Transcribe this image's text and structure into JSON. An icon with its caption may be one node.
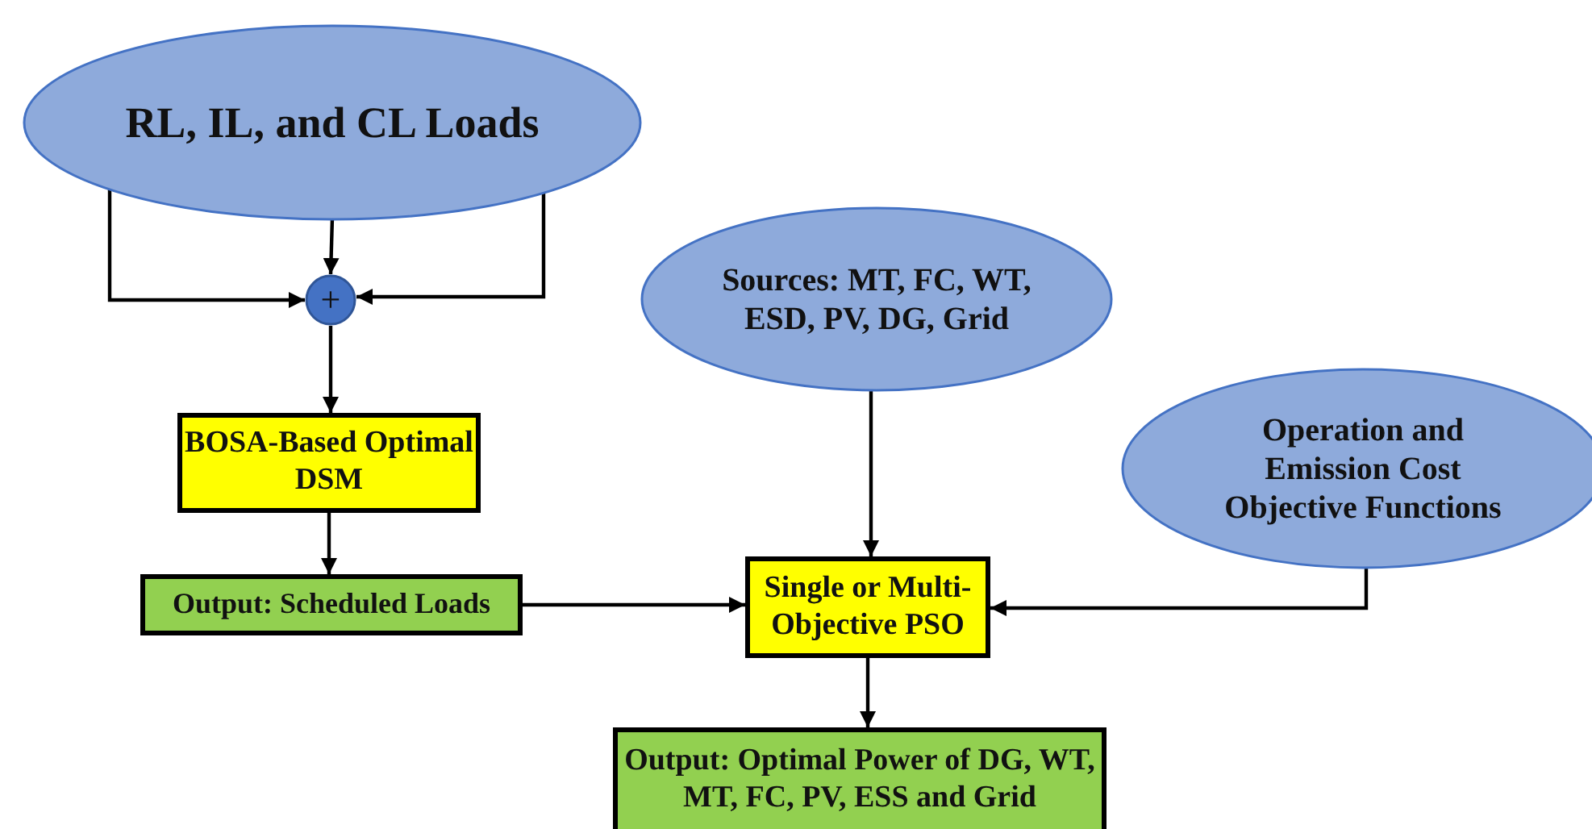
{
  "diagram": {
    "nodes": [
      {
        "text": [
          "RL, IL, and CL Loads"
        ]
      },
      {
        "text": [
          "+"
        ]
      },
      {
        "text": [
          "BOSA-Based Optimal DSM"
        ]
      },
      {
        "text": [
          "Output: Scheduled Loads"
        ]
      },
      {
        "text": [
          "Sources: MT, FC, WT, ESD, PV, DG, Grid"
        ]
      },
      {
        "text": [
          "Single or Multi-Objective PSO"
        ]
      },
      {
        "text": [
          "Operation and Emission Cost Objective Functions"
        ]
      },
      {
        "text": [
          "Output: Optimal Power of DG, WT, MT, FC, PV, ESS and Grid"
        ]
      }
    ],
    "edges": [
      {
        "from": 0,
        "to": 1,
        "arrow": "to"
      },
      {
        "from": 0,
        "to": 1,
        "arrow": "to"
      },
      {
        "from": 0,
        "to": 1,
        "arrow": "to"
      },
      {
        "from": 1,
        "to": 2,
        "arrow": "to"
      },
      {
        "from": 2,
        "to": 3,
        "arrow": "to"
      },
      {
        "from": 3,
        "to": 5,
        "arrow": "to"
      },
      {
        "from": 4,
        "to": 5,
        "arrow": "to"
      },
      {
        "from": 6,
        "to": 5,
        "arrow": "to"
      },
      {
        "from": 5,
        "to": 7,
        "arrow": "to"
      }
    ]
  }
}
